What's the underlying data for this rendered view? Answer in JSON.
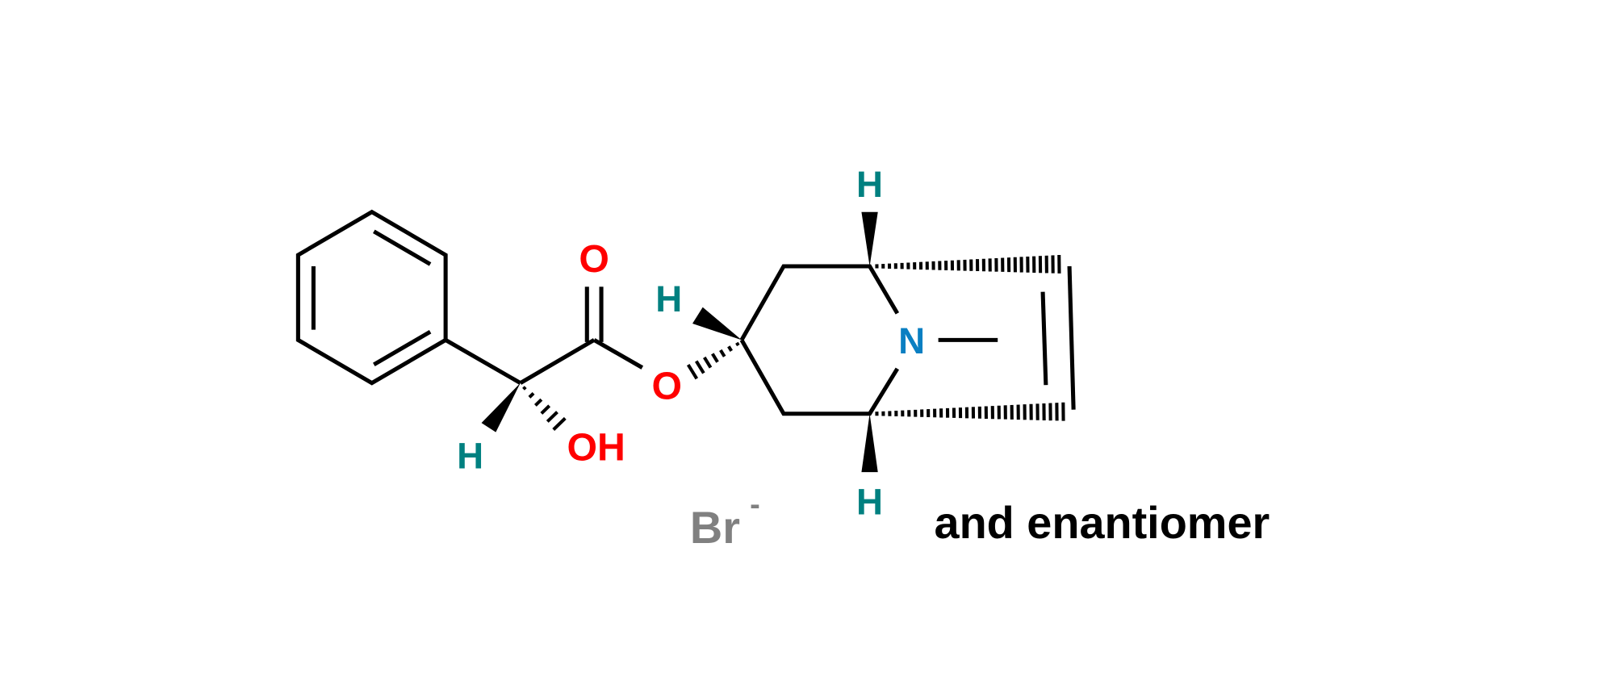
{
  "molecule": {
    "atoms": {
      "carbonyl_o": "O",
      "ester_o": "O",
      "hydroxyl": "OH",
      "nitrogen": "N",
      "h_alpha": "H",
      "h_c3": "H",
      "h_bridgehead_top": "H",
      "h_bridgehead_bottom": "H"
    },
    "counterion": {
      "symbol": "Br",
      "charge": "-"
    },
    "note": "and enantiomer"
  },
  "colors": {
    "oxygen": "#ff0000",
    "hydrogen": "#008080",
    "nitrogen": "#0a7fc2",
    "counterion": "#808080",
    "bond": "#000000"
  }
}
